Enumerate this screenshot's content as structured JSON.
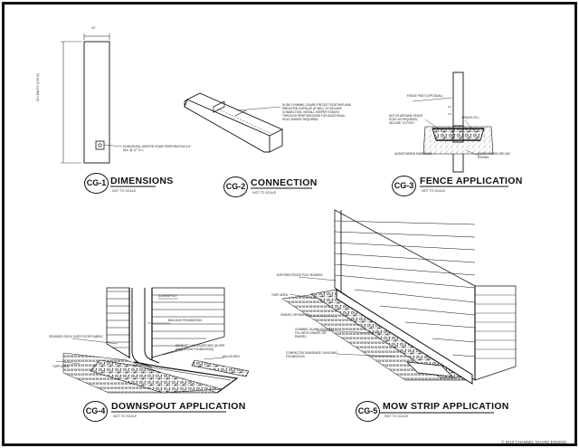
{
  "sheet": {
    "copyright": "© 2010 CHANNEL GUARD EDGING"
  },
  "details": [
    {
      "id": "CG-1",
      "title": "DIMENSIONS",
      "subtitle": "NOT TO SCALE"
    },
    {
      "id": "CG-2",
      "title": "CONNECTION",
      "subtitle": "NOT TO SCALE"
    },
    {
      "id": "CG-3",
      "title": "FENCE APPLICATION",
      "subtitle": "NOT TO SCALE"
    },
    {
      "id": "CG-4",
      "title": "DOWNSPOUT APPLICATION",
      "subtitle": "NOT TO SCALE"
    },
    {
      "id": "CG-5",
      "title": "MOW STRIP APPLICATION",
      "subtitle": "NOT TO SCALE"
    }
  ],
  "notes": {
    "cg1_width": "10\"",
    "cg1_length": "10' LENGTH (3.05 M)",
    "cg1_hole": "HORIZONTAL KEEPER STAKE PERFORATION 1/4\" DIA. @ 12\" O.C.",
    "cg2_callout": "SLIDE CHANNEL GUARD PIECES TOGETHER AND PRESS/PIN OVERLAP (6\" MIN.) TO SECURE CONNECTION. INSTALL KEEPER STAKES THROUGH PERFORATIONS FOR ADDITIONAL HOLD WHERE REQUIRED.",
    "cg3_post": "FENCE POST (OPTIONAL)",
    "cg3_gravel": "GRAVEL FILL",
    "cg3_cut": "NOTCH AROUND FENCE POST AS REQUIRED, SECURE TO POST",
    "cg3_soil": "UNDISTURBED SUBGRADE",
    "cg3_fabric": "FILTER FABRIC BELOW EDGING",
    "cg4_downspout": "DOWNSPOUT",
    "cg4_wall": "BUILDING FOUNDATION",
    "cg4_gravel": "CRUSHED ROCK OVER FILTER FABRIC",
    "cg4_lawn": "TURF AREA",
    "cg4_edge": "EDGE OF LANDSCAPE BED (SLOPE AWAY FROM FOUNDATION)",
    "cg4_bed": "MULCH BED",
    "cg5_fence": "EXPOSED FENCE POLY BOARDS",
    "cg5_lawn": "TURF AREA",
    "cg5_gravel": "GRAVEL OR PAVERS",
    "cg5_edge": "CHANNEL GUARD EDGING - FILL WITH GRAVEL OR PAVERS",
    "cg5_stake": "COMPACTED SUBGRADE / BUILDING FOUNDATION"
  }
}
